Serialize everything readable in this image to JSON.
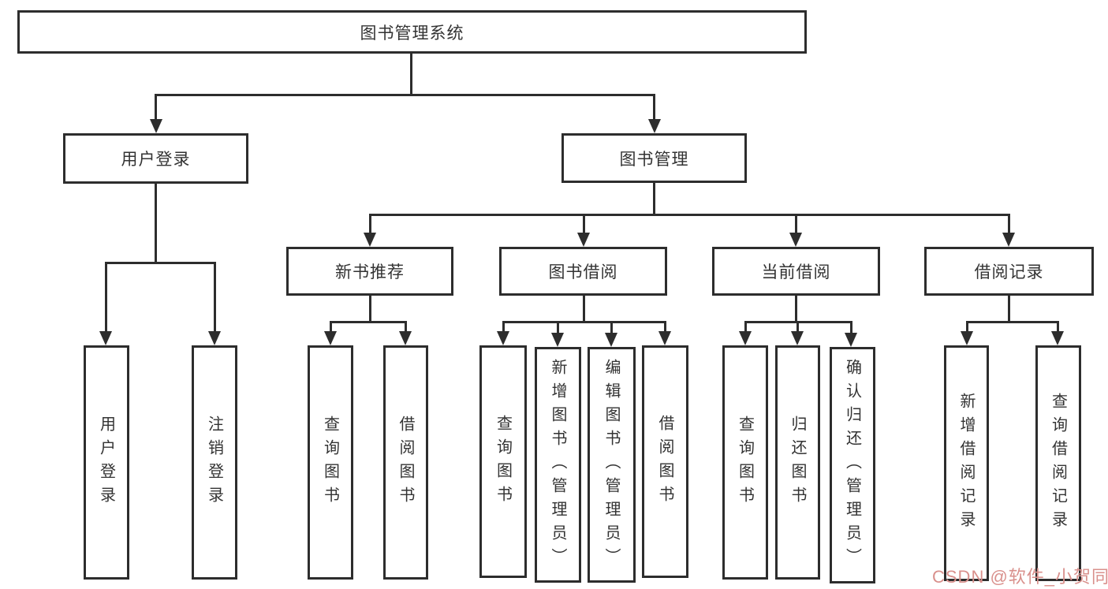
{
  "tree": {
    "root": "图书管理系统",
    "branches": [
      {
        "label": "用户登录",
        "children": [
          "用户登录",
          "注销登录"
        ]
      },
      {
        "label": "图书管理",
        "groups": [
          {
            "label": "新书推荐",
            "children": [
              "查询图书",
              "借阅图书"
            ]
          },
          {
            "label": "图书借阅",
            "children": [
              "查询图书",
              "新增图书（管理员）",
              "编辑图书（管理员）",
              "借阅图书"
            ]
          },
          {
            "label": "当前借阅",
            "children": [
              "查询图书",
              "归还图书",
              "确认归还（管理员）"
            ]
          },
          {
            "label": "借阅记录",
            "children": [
              "新增借阅记录",
              "查询借阅记录"
            ]
          }
        ]
      }
    ]
  },
  "watermark": "CSDN @软件_小贺同学",
  "colors": {
    "line": "#2d2d2d",
    "text": "#333333",
    "watermark": "#d9908c",
    "background": "#ffffff"
  }
}
